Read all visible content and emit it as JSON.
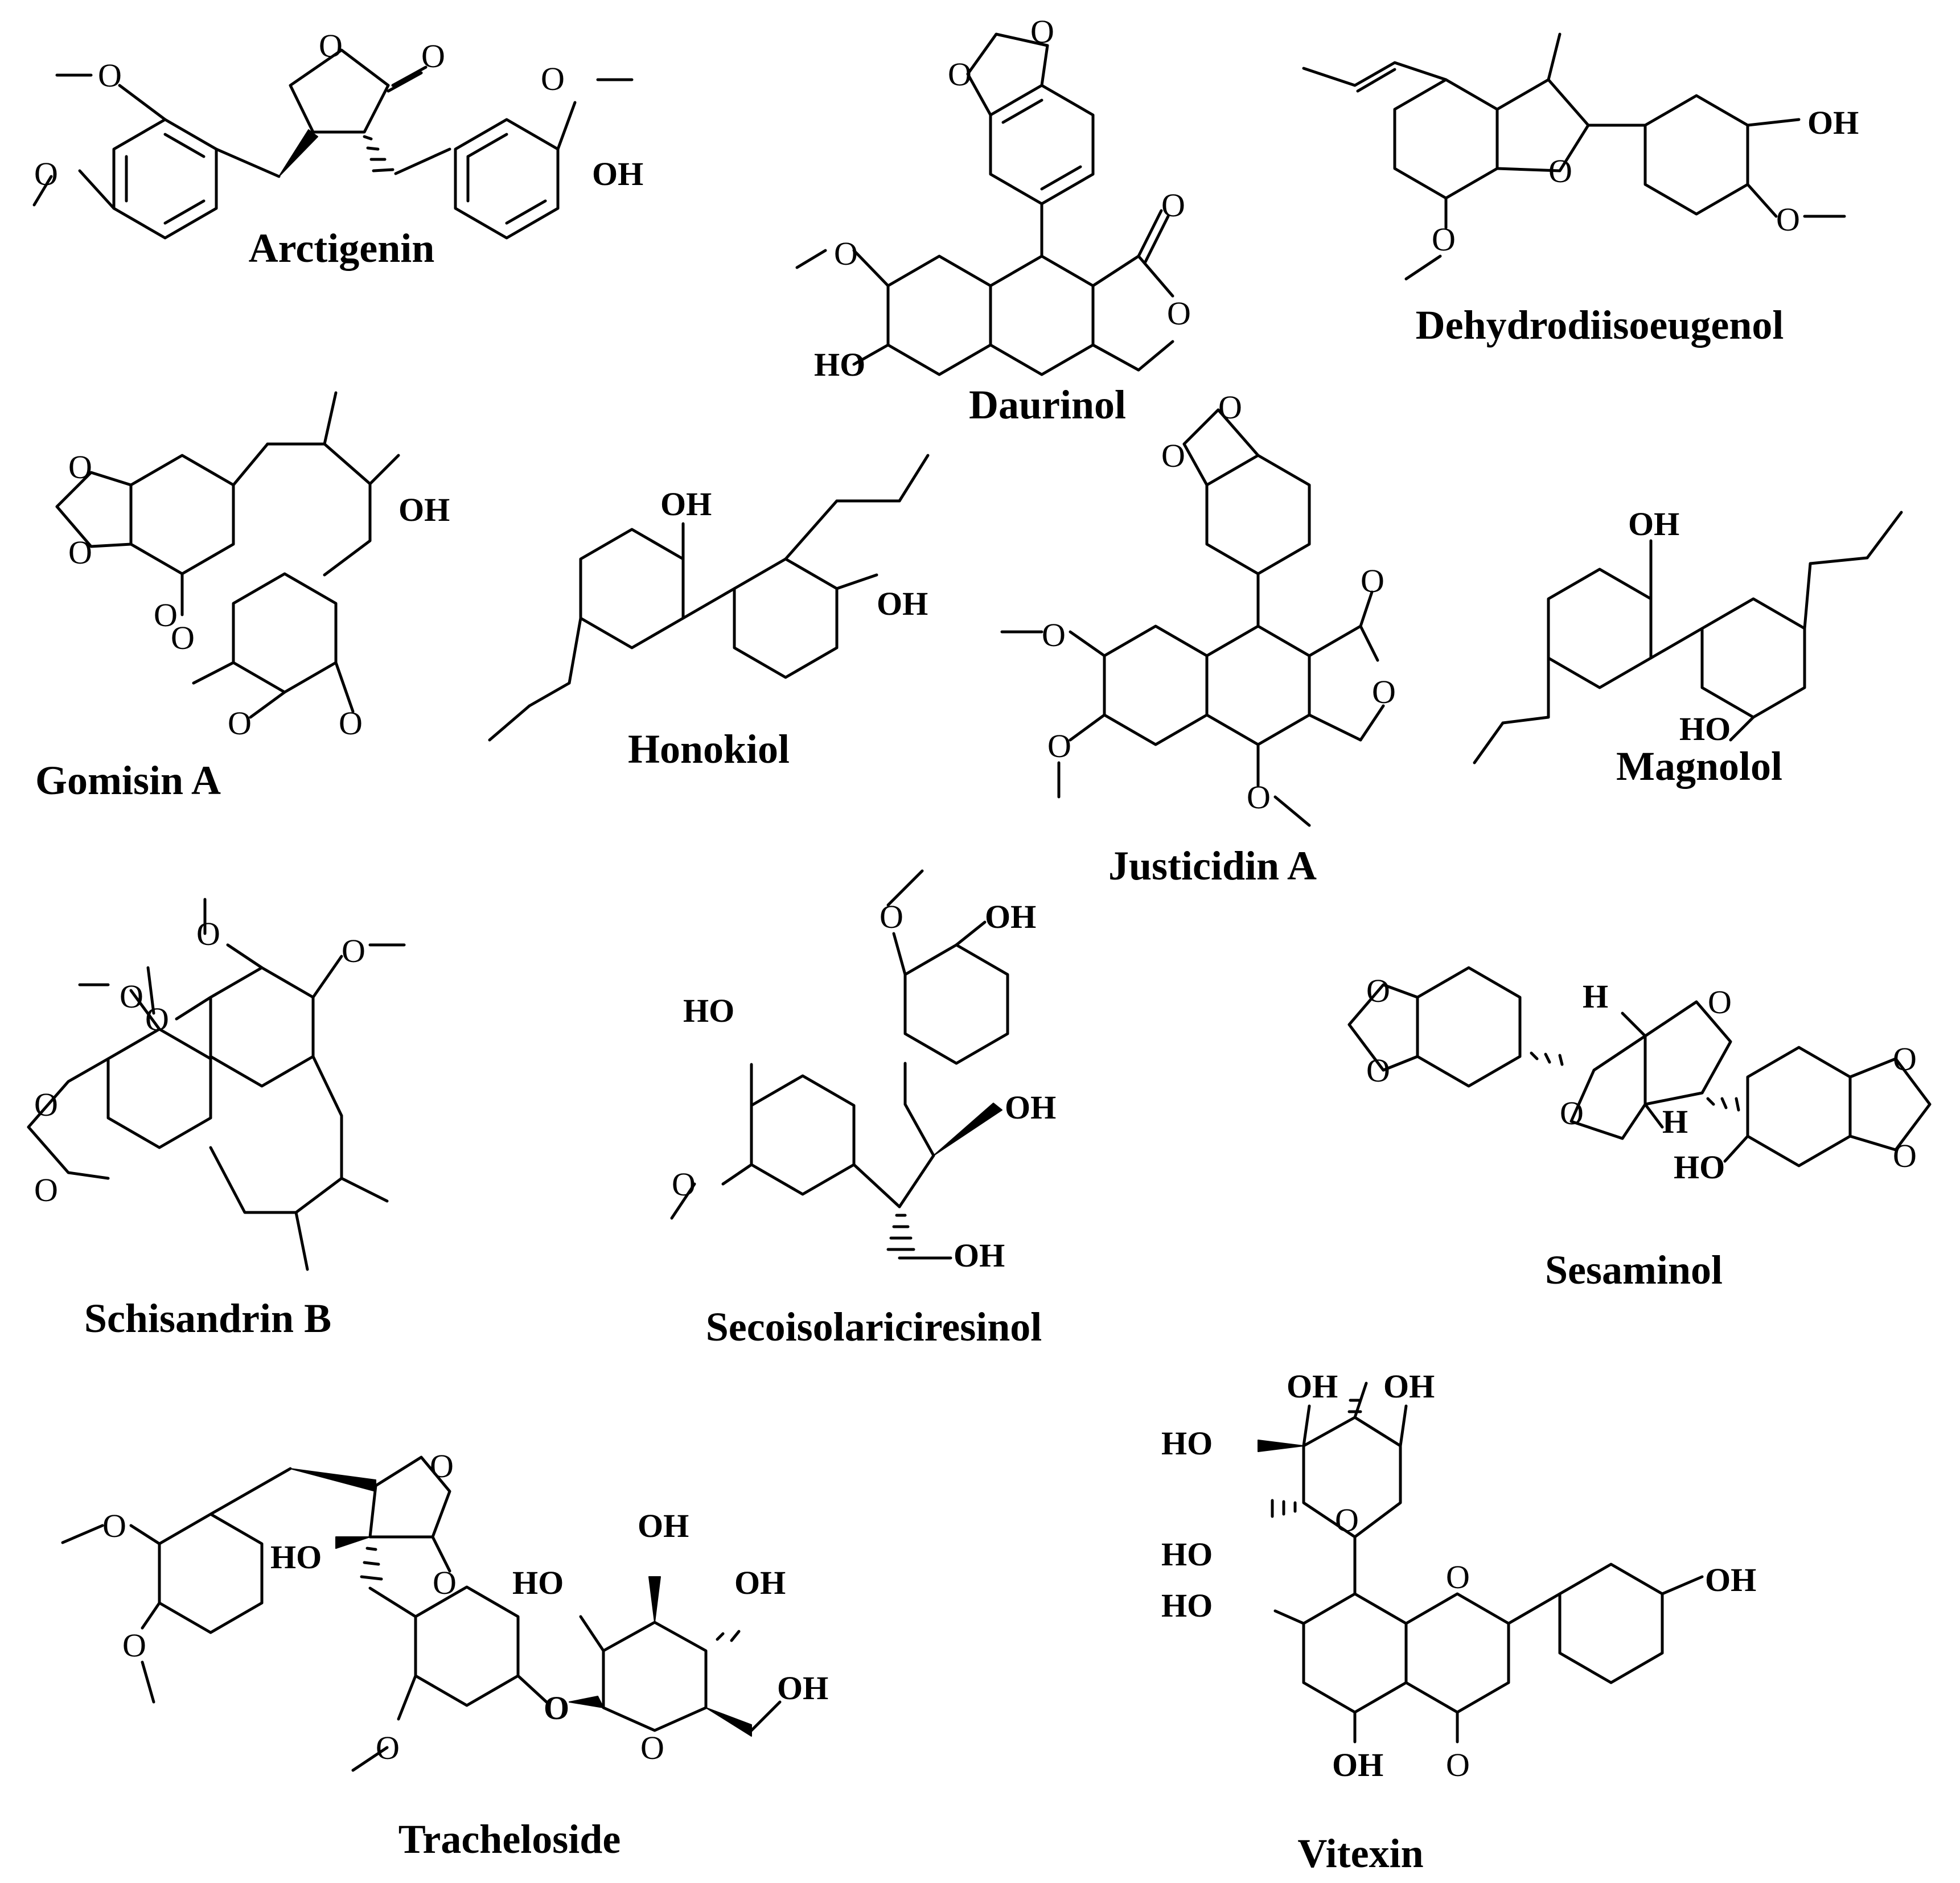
{
  "compounds": [
    {
      "name": "Arctigenin"
    },
    {
      "name": "Daurinol"
    },
    {
      "name": "Dehydrodiisoeugenol"
    },
    {
      "name": "Gomisin A"
    },
    {
      "name": "Honokiol"
    },
    {
      "name": "Justicidin A"
    },
    {
      "name": "Magnolol"
    },
    {
      "name": "Schisandrin B"
    },
    {
      "name": "Secoisolariciresinol"
    },
    {
      "name": "Sesaminol"
    },
    {
      "name": "Tracheloside"
    },
    {
      "name": "Vitexin"
    }
  ],
  "atoms": {
    "O": "O",
    "OH": "OH",
    "HO": "HO",
    "H": "H"
  }
}
